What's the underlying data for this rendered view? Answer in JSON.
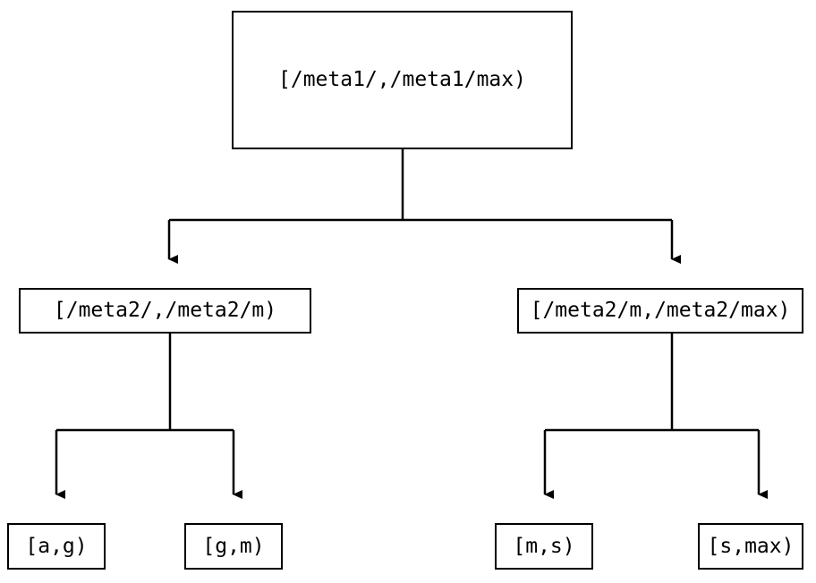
{
  "diagram": {
    "type": "tree",
    "orientation": "top-down",
    "background_color": "#ffffff",
    "line_color": "#000000",
    "text_color": "#000000",
    "edge_style": "orthogonal",
    "arrowhead": "filled-triangle-down",
    "nodes": {
      "root": {
        "label": "[/meta1/,/meta1/max)",
        "level": 0
      },
      "meta2_low": {
        "label": "[/meta2/,/meta2/m)",
        "level": 1
      },
      "meta2_high": {
        "label": "[/meta2/m,/meta2/max)",
        "level": 1
      },
      "leaf_ag": {
        "label": "[a,g)",
        "level": 2
      },
      "leaf_gm": {
        "label": "[g,m)",
        "level": 2
      },
      "leaf_ms": {
        "label": "[m,s)",
        "level": 2
      },
      "leaf_smax": {
        "label": "[s,max)",
        "level": 2
      }
    },
    "edges": [
      {
        "from": "root",
        "to": "meta2_low"
      },
      {
        "from": "root",
        "to": "meta2_high"
      },
      {
        "from": "meta2_low",
        "to": "leaf_ag"
      },
      {
        "from": "meta2_low",
        "to": "leaf_gm"
      },
      {
        "from": "meta2_high",
        "to": "leaf_ms"
      },
      {
        "from": "meta2_high",
        "to": "leaf_smax"
      }
    ]
  }
}
